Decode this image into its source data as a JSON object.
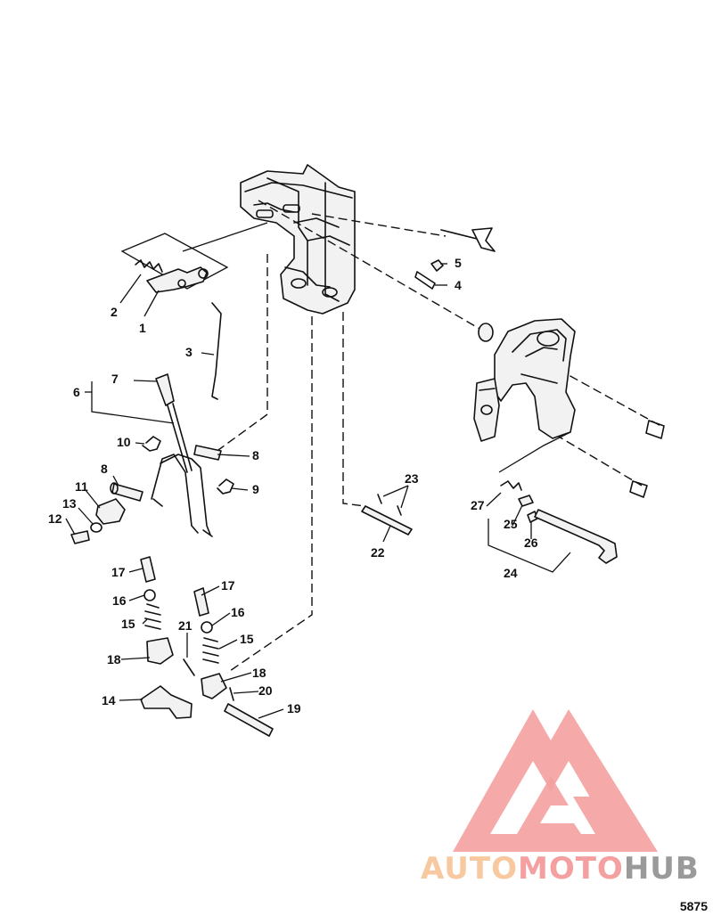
{
  "callouts": [
    "1",
    "2",
    "3",
    "4",
    "5",
    "6",
    "7",
    "8",
    "8",
    "9",
    "10",
    "11",
    "12",
    "13",
    "14",
    "15",
    "15",
    "16",
    "16",
    "17",
    "17",
    "18",
    "18",
    "19",
    "20",
    "21",
    "22",
    "23",
    "24",
    "25",
    "26",
    "27"
  ],
  "watermark": {
    "text_a": "AUTO",
    "text_b": "MOTO",
    "text_c": "HUB",
    "color_main": "#f4a0a0",
    "color_light": "#f8c9a0",
    "color_grey": "#9a9a9a"
  },
  "figure_number": "5875"
}
